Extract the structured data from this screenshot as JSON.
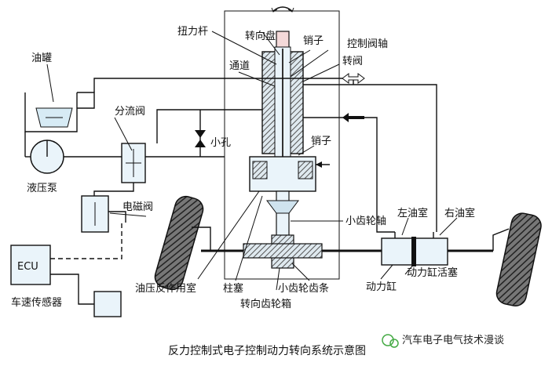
{
  "diagram": {
    "caption": "反力控制式电子控制动力转向系统示意图",
    "watermark": "汽车电子电气技术漫谈",
    "labels": {
      "torsion_bar": "扭力杆",
      "steering_wheel": "转向盘",
      "pin_top": "销子",
      "control_valve_shaft": "控制阀轴",
      "rotary_valve": "转阀",
      "passage": "通道",
      "oil_tank": "油罐",
      "flow_divider_valve": "分流阀",
      "small_hole": "小孔",
      "pin_lower": "销子",
      "hydraulic_pump": "液压泵",
      "solenoid_valve": "电磁阀",
      "pinion_shaft": "小齿轮轴",
      "left_chamber": "左油室",
      "right_chamber": "右油室",
      "ecu": "ECU",
      "reaction_chamber": "油压反作用室",
      "plunger": "柱塞",
      "rack": "小齿轮齿条",
      "power_cylinder": "动力缸",
      "cylinder_piston": "动力缸活塞",
      "speed_sensor": "车速传感器",
      "gearbox": "转向齿轮箱"
    },
    "colors": {
      "fill": "#eaf4fa",
      "ink": "#111111",
      "hatch": "#555555",
      "tire": "#333333"
    }
  }
}
